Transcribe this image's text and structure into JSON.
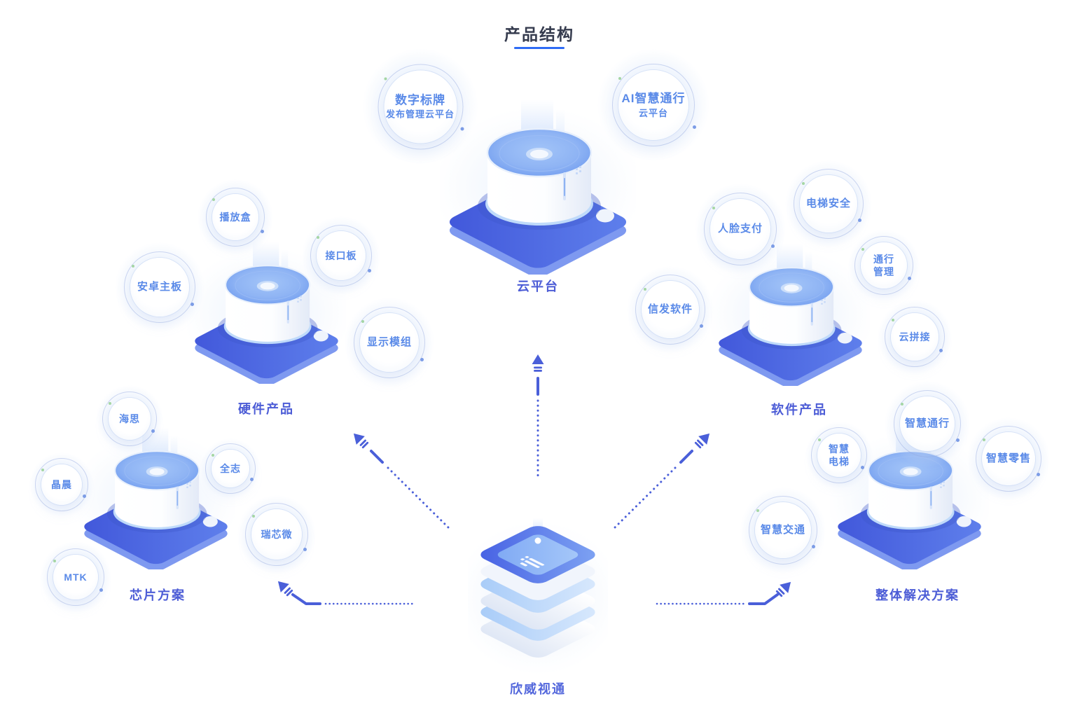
{
  "title": {
    "text": "产品结构"
  },
  "hub": {
    "label": "欣威视通"
  },
  "nodes": {
    "cloud": {
      "label": "云平台",
      "bubbles": {
        "digital_signage": {
          "line1": "数字标牌",
          "line2": "发布管理云平台"
        },
        "ai_access": {
          "line1": "AI智慧通行",
          "line2": "云平台"
        }
      }
    },
    "hardware": {
      "label": "硬件产品",
      "bubbles": {
        "player_box": {
          "line1": "播放盒"
        },
        "interface_board": {
          "line1": "接口板"
        },
        "android_mainboard": {
          "line1": "安卓主板"
        },
        "display_module": {
          "line1": "显示模组"
        }
      }
    },
    "software": {
      "label": "软件产品",
      "bubbles": {
        "face_payment": {
          "line1": "人脸支付"
        },
        "elevator_safety": {
          "line1": "电梯安全"
        },
        "access_management": {
          "line1": "通行",
          "line2": "管理"
        },
        "signage_software": {
          "line1": "信发软件"
        },
        "cloud_splicing": {
          "line1": "云拼接"
        }
      }
    },
    "chips": {
      "label": "芯片方案",
      "bubbles": {
        "hisilicon": {
          "line1": "海思"
        },
        "amlogic": {
          "line1": "晶晨"
        },
        "allwinner": {
          "line1": "全志"
        },
        "rockchip": {
          "line1": "瑞芯微"
        },
        "mtk": {
          "line1": "MTK"
        }
      }
    },
    "solutions": {
      "label": "整体解决方案",
      "bubbles": {
        "smart_access": {
          "line1": "智慧通行"
        },
        "smart_elevator": {
          "line1": "智慧",
          "line2": "电梯"
        },
        "smart_retail": {
          "line1": "智慧零售"
        },
        "smart_transport": {
          "line1": "智慧交通"
        }
      }
    }
  },
  "colors": {
    "accent_underline": "#2E6BF5",
    "title_text": "#353B4E",
    "node_label": "#4C5CD6",
    "hub_label": "#5468DC",
    "bubble_text": "#5A8AE8",
    "arrow": "#4A5FD9",
    "platform_blue": "#4A63E4",
    "device_disc": "#7FA9F0",
    "ring_dot_green": "#A4D6A4",
    "ring_dot_blue": "#7C9CE6"
  }
}
